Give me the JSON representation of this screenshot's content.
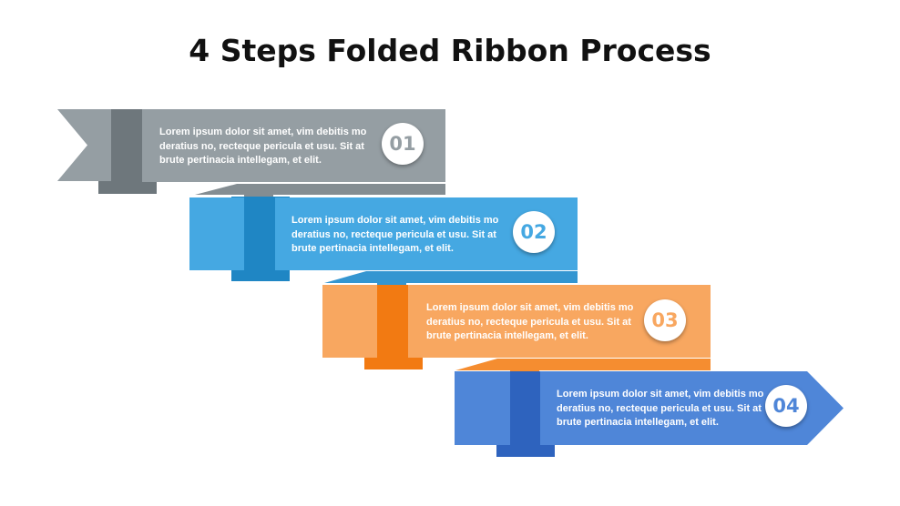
{
  "title": "4 Steps Folded Ribbon Process",
  "steps": [
    {
      "number": "01",
      "text": "Lorem ipsum dolor sit amet, vim debitis mo deratius no, recteque pericula et usu. Sit at brute pertinacia intellegam, et elit.",
      "color": "#959ea3",
      "dark": "#6e777c",
      "fold": "#848d92"
    },
    {
      "number": "02",
      "text": "Lorem ipsum dolor sit amet, vim debitis mo deratius no, recteque pericula et usu. Sit at brute pertinacia intellegam, et elit.",
      "color": "#45a8e2",
      "dark": "#1f86c4",
      "fold": "#3496d1"
    },
    {
      "number": "03",
      "text": "Lorem ipsum dolor sit amet, vim debitis mo deratius no, recteque pericula et usu. Sit at brute pertinacia intellegam, et elit.",
      "color": "#f8a760",
      "dark": "#f27a12",
      "fold": "#f58d30"
    },
    {
      "number": "04",
      "text": "Lorem ipsum dolor sit amet, vim debitis mo deratius no, recteque pericula et usu. Sit at brute pertinacia intellegam, et elit.",
      "color": "#4f86d8",
      "dark": "#2e63be",
      "fold": "#3f74cc"
    }
  ]
}
